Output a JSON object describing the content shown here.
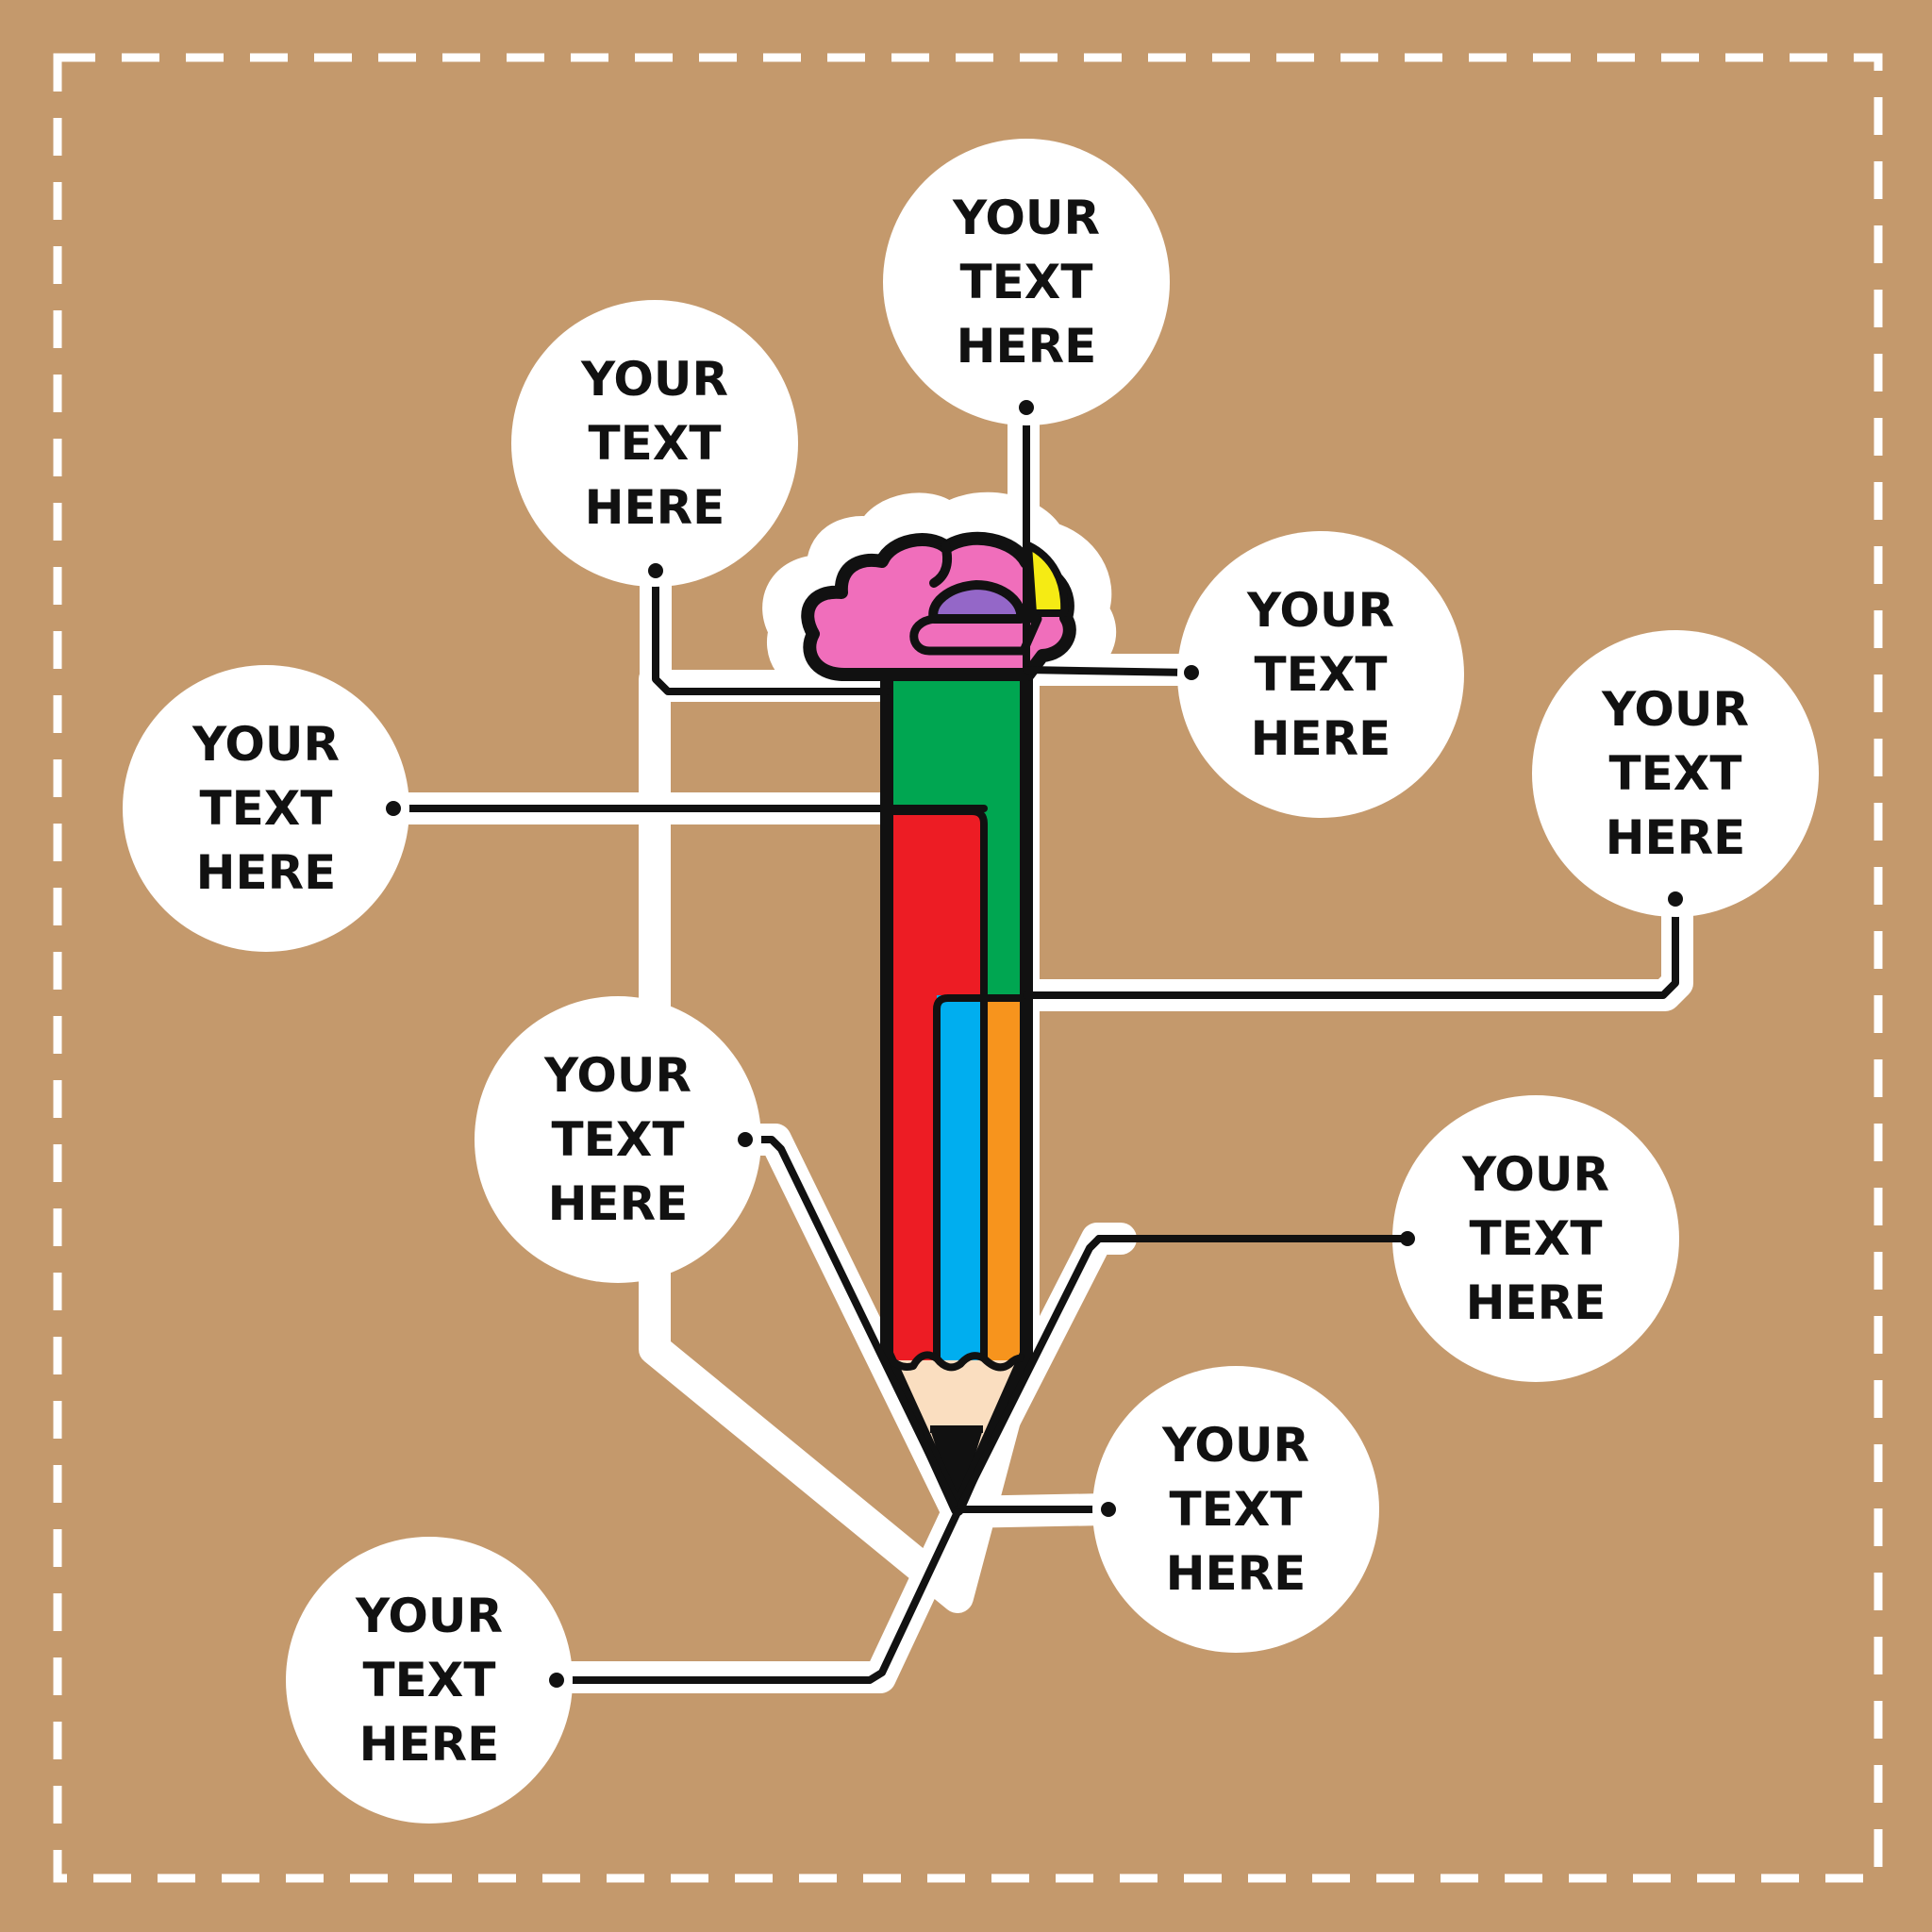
{
  "colors": {
    "background": "#C4996C",
    "border_dash": "#FFFFFF",
    "bubble": "#FFFFFF",
    "line": "#111111",
    "brain_pink": "#F06EBB",
    "brain_purple": "#9467C8",
    "brain_yellow": "#F5EB14",
    "pencil_green": "#00A651",
    "pencil_red": "#ED1C24",
    "pencil_blue": "#00AEEF",
    "pencil_orange": "#F7941D",
    "pencil_wood": "#FADEC0",
    "pencil_lead": "#111111"
  },
  "icons": [
    "brain-icon",
    "pencil-icon"
  ],
  "bubbles": [
    {
      "id": "top",
      "label": "YOUR\nTEXT\nHERE"
    },
    {
      "id": "upper-left",
      "label": "YOUR\nTEXT\nHERE"
    },
    {
      "id": "upper-right",
      "label": "YOUR\nTEXT\nHERE"
    },
    {
      "id": "left",
      "label": "YOUR\nTEXT\nHERE"
    },
    {
      "id": "far-right",
      "label": "YOUR\nTEXT\nHERE"
    },
    {
      "id": "middle-left",
      "label": "YOUR\nTEXT\nHERE"
    },
    {
      "id": "lower-right",
      "label": "YOUR\nTEXT\nHERE"
    },
    {
      "id": "bottom-right",
      "label": "YOUR\nTEXT\nHERE"
    },
    {
      "id": "bottom-left",
      "label": "YOUR\nTEXT\nHERE"
    }
  ]
}
